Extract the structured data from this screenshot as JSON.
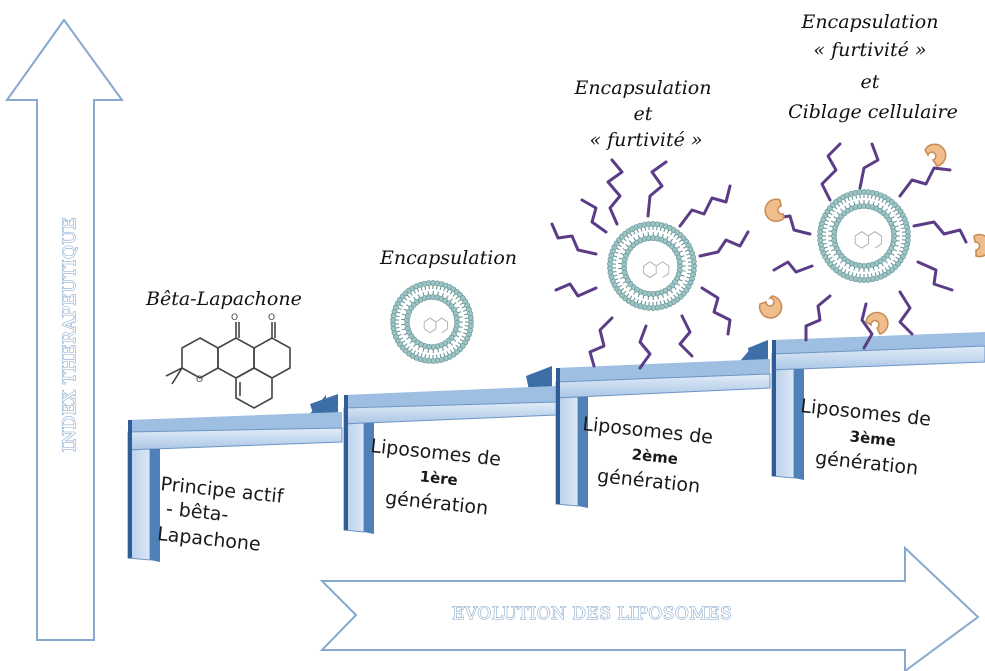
{
  "axes": {
    "vertical_label": "INDEX THERAPEUTIQUE",
    "horizontal_label": "EVOLUTION DES LIPOSOMES"
  },
  "steps": [
    {
      "caption_lines": [
        "Bêta-Lapachone"
      ],
      "label_lines": [
        "Principe actif",
        "- bêta-",
        "Lapachone"
      ]
    },
    {
      "caption_lines": [
        "Encapsulation"
      ],
      "label_lines": [
        "Liposomes de",
        "1ère",
        "génération"
      ]
    },
    {
      "caption_lines": [
        "Encapsulation",
        "et",
        "« furtivité »"
      ],
      "label_lines": [
        "Liposomes de",
        "2ème",
        "génération"
      ]
    },
    {
      "caption_lines": [
        "Encapsulation",
        "« furtivité »",
        "et",
        "Ciblage cellulaire"
      ],
      "label_lines": [
        "Liposomes de",
        "3ème",
        "génération"
      ]
    }
  ],
  "colors": {
    "step_face": "#c9dcf1",
    "step_edge": "#6c95c4",
    "step_dark": "#3d6ea6",
    "axis_fill": "#ffffff",
    "axis_stroke": "#86a9cd",
    "lipid_head": "#9cc4c4",
    "lipid_tail": "#5f8f90",
    "peg_chain": "#5b3c86",
    "ligand": "#f0be8c",
    "molecule": "#444444"
  }
}
